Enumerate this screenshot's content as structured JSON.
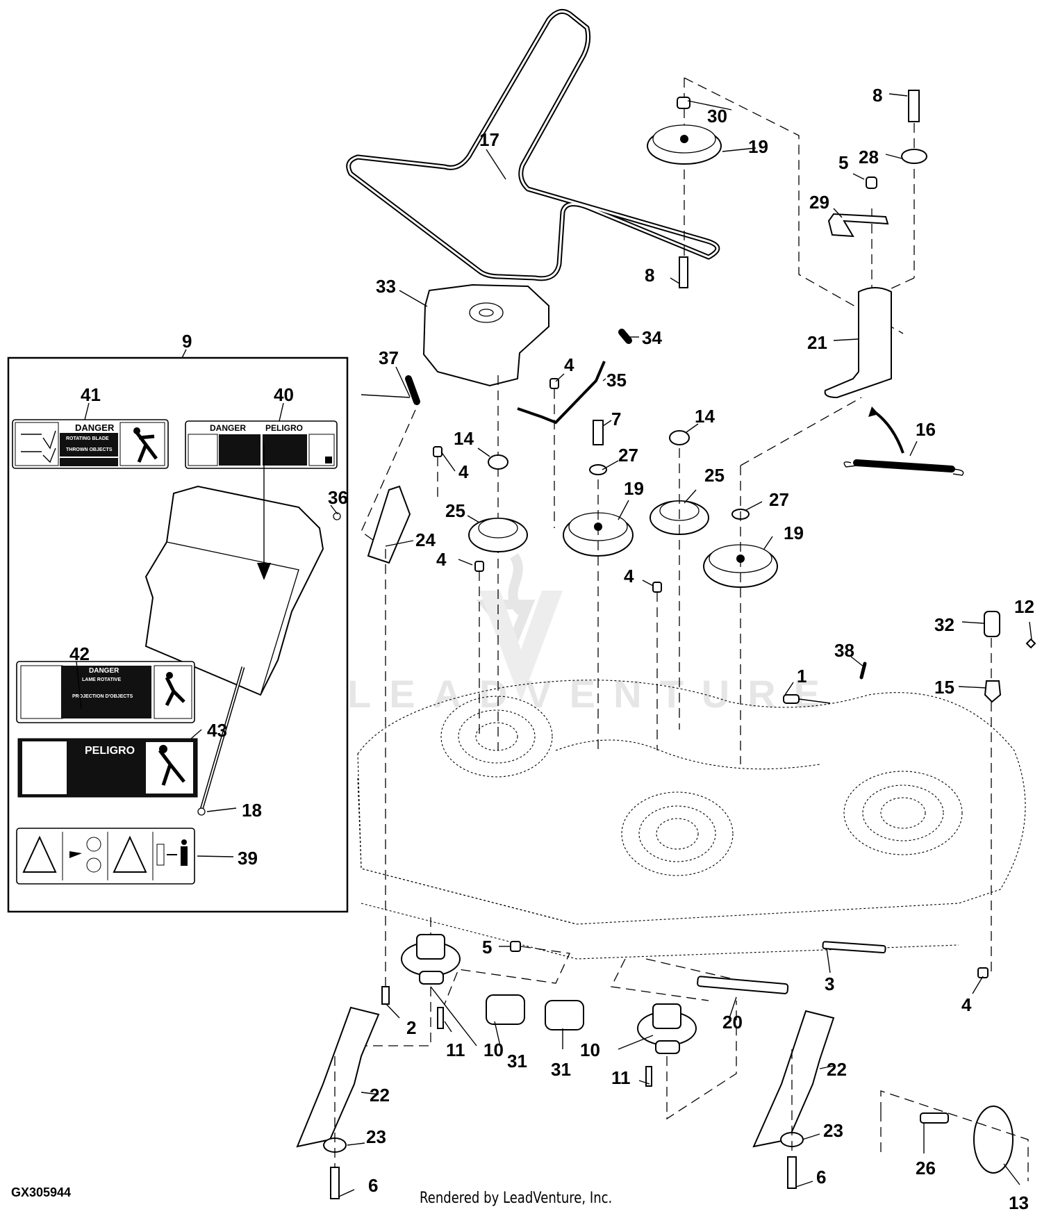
{
  "diagram": {
    "figure_id": "GX305944",
    "footer_credit": "Rendered by LeadVenture, Inc.",
    "watermark": "LEADVENTURE",
    "colors": {
      "ink": "#000000",
      "background": "#ffffff",
      "watermark": "#e6e6e6"
    }
  },
  "callouts": {
    "c1": "1",
    "c2": "2",
    "c3": "3",
    "c4a": "4",
    "c4b": "4",
    "c4c": "4",
    "c4d": "4",
    "c4e": "4",
    "c5a": "5",
    "c5b": "5",
    "c6a": "6",
    "c6b": "6",
    "c7": "7",
    "c8a": "8",
    "c8b": "8",
    "c9": "9",
    "c10a": "10",
    "c10b": "10",
    "c11a": "11",
    "c11b": "11",
    "c12": "12",
    "c13": "13",
    "c14a": "14",
    "c14b": "14",
    "c15": "15",
    "c16": "16",
    "c17": "17",
    "c18": "18",
    "c19a": "19",
    "c19b": "19",
    "c19c": "19",
    "c20": "20",
    "c21": "21",
    "c22a": "22",
    "c22b": "22",
    "c23a": "23",
    "c23b": "23",
    "c24": "24",
    "c25a": "25",
    "c25b": "25",
    "c26": "26",
    "c27a": "27",
    "c27b": "27",
    "c28": "28",
    "c29": "29",
    "c30": "30",
    "c31a": "31",
    "c31b": "31",
    "c32": "32",
    "c33": "33",
    "c34": "34",
    "c35": "35",
    "c36": "36",
    "c37": "37",
    "c38": "38",
    "c39": "39",
    "c40": "40",
    "c41": "41",
    "c42": "42",
    "c43": "43"
  },
  "decals": {
    "d41": {
      "title": "DANGER",
      "line1": "ROTATING BLADE",
      "line2": "THROWN OBJECTS"
    },
    "d40": {
      "title_en": "DANGER",
      "title_es": "PELIGRO"
    },
    "d42": {
      "title": "DANGER",
      "line1": "LAME ROTATIVE",
      "line2": "PROJECTION D'OBJECTS"
    },
    "d43": {
      "title": "PELIGRO"
    }
  }
}
